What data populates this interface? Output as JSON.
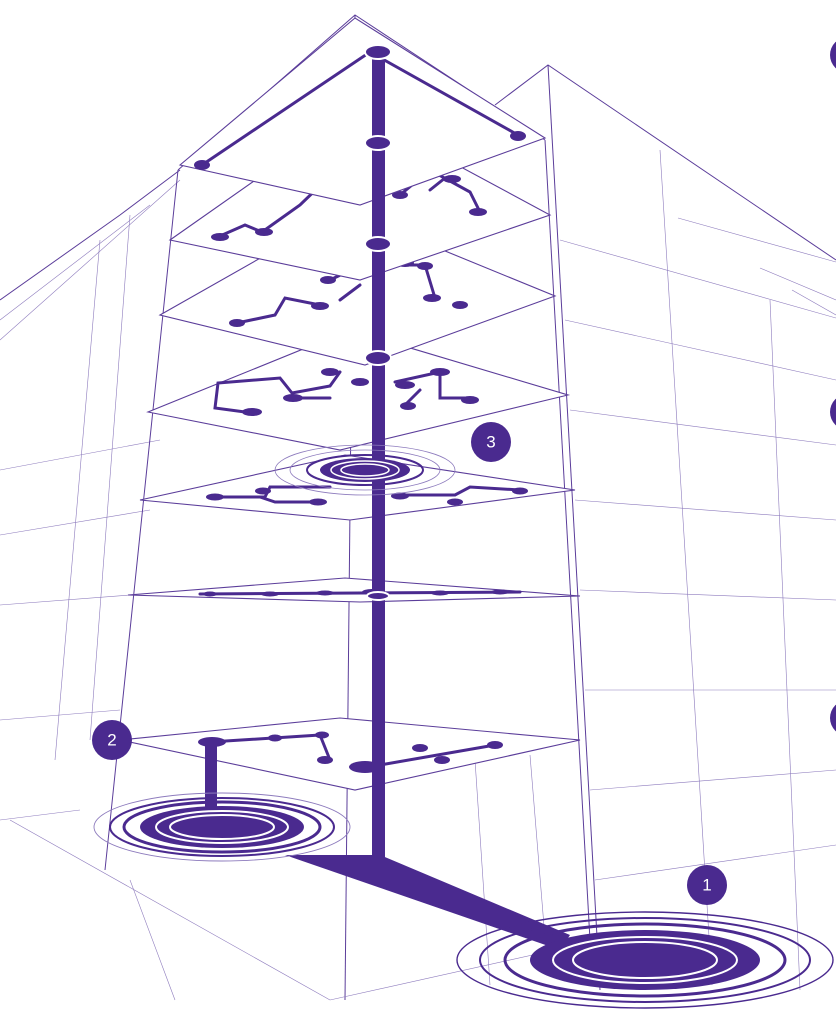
{
  "diagram": {
    "colors": {
      "accent": "#4a2a8f",
      "line": "#5b3d9a",
      "background": "#ffffff"
    },
    "markers": [
      {
        "label": "1"
      },
      {
        "label": "2"
      },
      {
        "label": "3"
      }
    ]
  }
}
